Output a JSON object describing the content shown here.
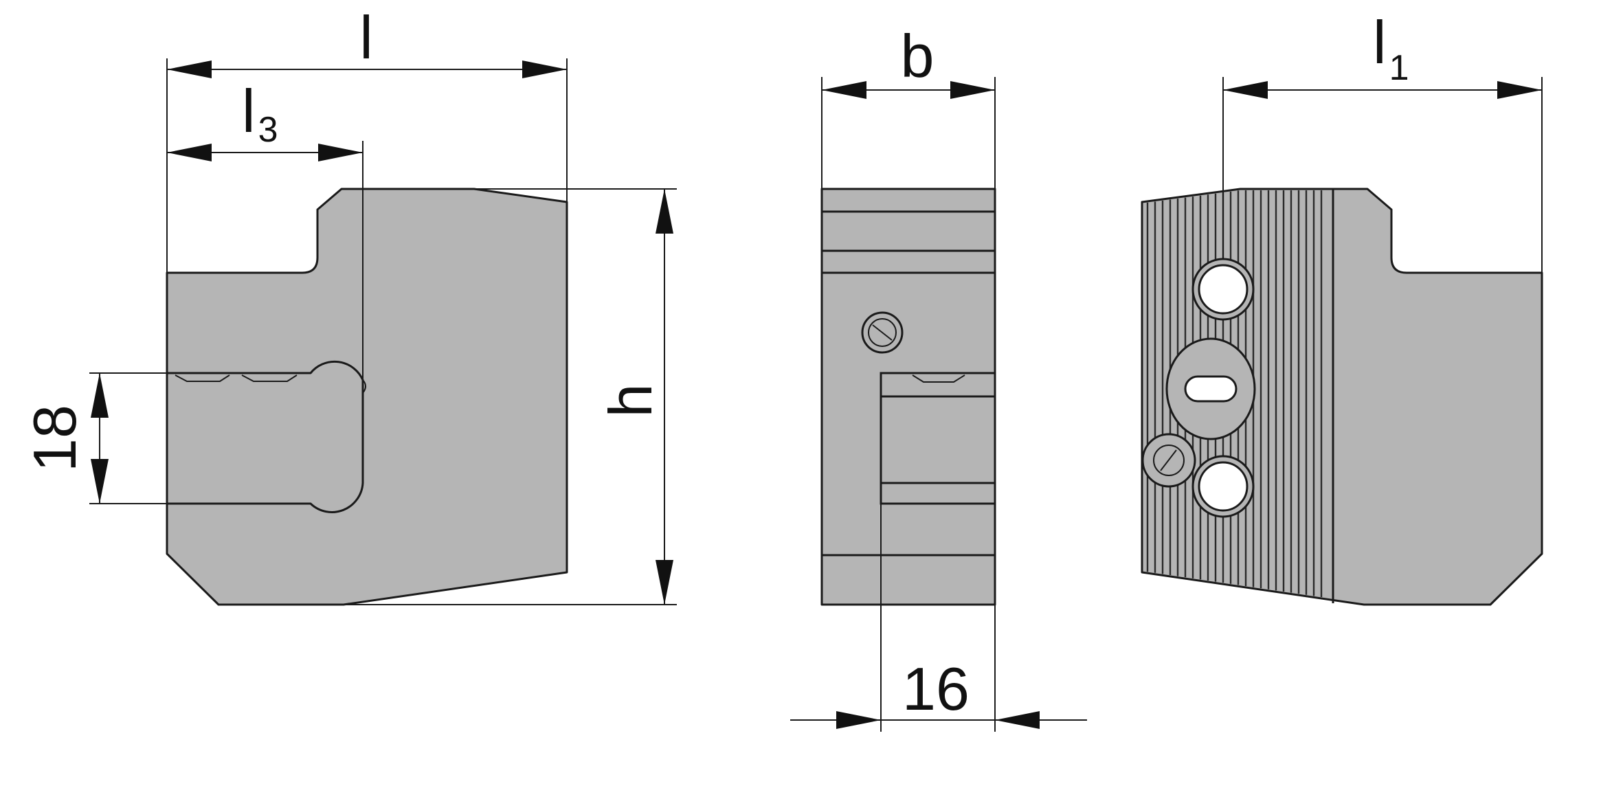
{
  "dimensions": {
    "l": {
      "symbol": "l",
      "subscript": ""
    },
    "l3": {
      "symbol": "l",
      "subscript": "3"
    },
    "b": {
      "symbol": "b",
      "subscript": ""
    },
    "l1": {
      "symbol": "l",
      "subscript": "1"
    },
    "h": {
      "symbol": "h",
      "subscript": ""
    },
    "v18": {
      "symbol": "18",
      "subscript": ""
    },
    "v16": {
      "symbol": "16",
      "subscript": ""
    }
  },
  "colors": {
    "body_fill": "#b5b5b5",
    "line": "#1a1a1a",
    "hole": "#ffffff"
  }
}
